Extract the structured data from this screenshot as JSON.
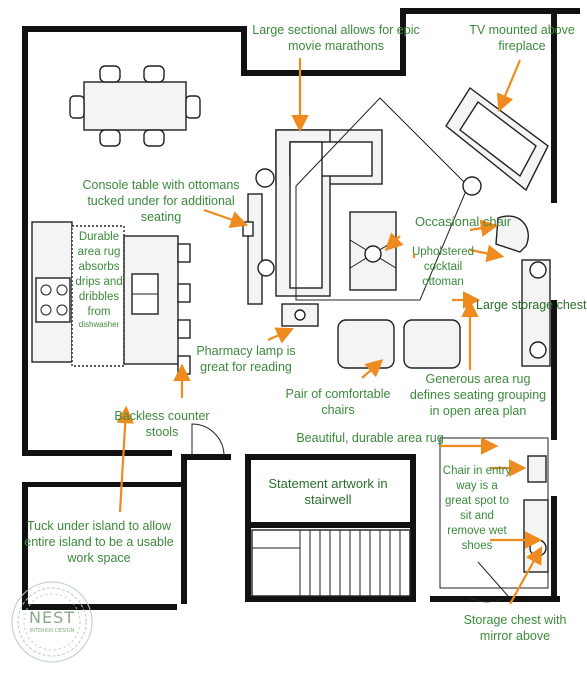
{
  "annotations": {
    "sectional": "Large sectional allows for epic movie marathons",
    "tv": "TV mounted above fireplace",
    "console": "Console table with ottomans tucked under for additional seating",
    "rug_kitchen": "Durable area rug absorbs drips and dribbles from",
    "rug_kitchen_tail": "dishwasher",
    "occasional": "Occasional chair",
    "cocktail": "Upholstered cocktail ottoman",
    "storage_chest": "Large storage chest with artwork above",
    "pharmacy": "Pharmacy lamp is great for reading",
    "chairs": "Pair of comfortable chairs",
    "generous_rug": "Generous area rug defines seating grouping in open area plan",
    "stools": "Backless counter stools",
    "beautiful_rug": "Beautiful, durable area rug",
    "statement": "Statement artwork in stairwell",
    "entry_chair": "Chair in entry way is a great spot to sit and remove wet shoes",
    "tuck_island": "Tuck under island to allow entire island to be a usable work space",
    "storage_mirror": "Storage chest with mirror above"
  },
  "logo": {
    "name": "NEST",
    "tagline": "INTERIOR DESIGN"
  },
  "colors": {
    "annotation_text": "#3c8a3c",
    "arrow": "#ef8a1e",
    "walls": "#111111"
  }
}
